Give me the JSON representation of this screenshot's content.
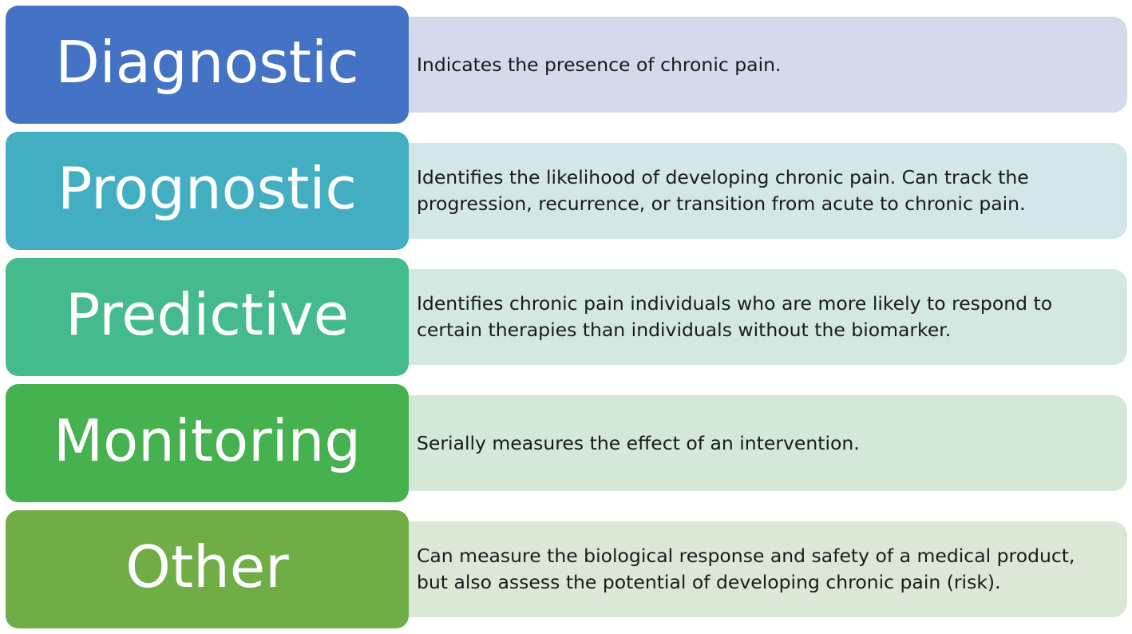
{
  "rows": [
    {
      "label": "Diagnostic",
      "description": "Indicates the presence of chronic pain.",
      "label_color": "#4472C4",
      "desc_color": "#D4D9EC"
    },
    {
      "label": "Prognostic",
      "description": "Identifies the likelihood of developing chronic pain. Can track the progression, recurrence, or transition from acute to chronic pain.",
      "label_color": "#43AEC2",
      "desc_color": "#D3E6EA"
    },
    {
      "label": "Predictive",
      "description": "Identifies chronic pain individuals who are more likely to respond to certain therapies than individuals without the biomarker.",
      "label_color": "#44BA8D",
      "desc_color": "#D3E8E1"
    },
    {
      "label": "Monitoring",
      "description": "Serially measures the effect of an intervention.",
      "label_color": "#46B14F",
      "desc_color": "#D3E8D7"
    },
    {
      "label": "Other",
      "description": "Can measure the biological response and safety of a medical product, but also assess the potential of developing chronic pain (risk).",
      "label_color": "#70AD47",
      "desc_color": "#DCE8D6"
    }
  ]
}
